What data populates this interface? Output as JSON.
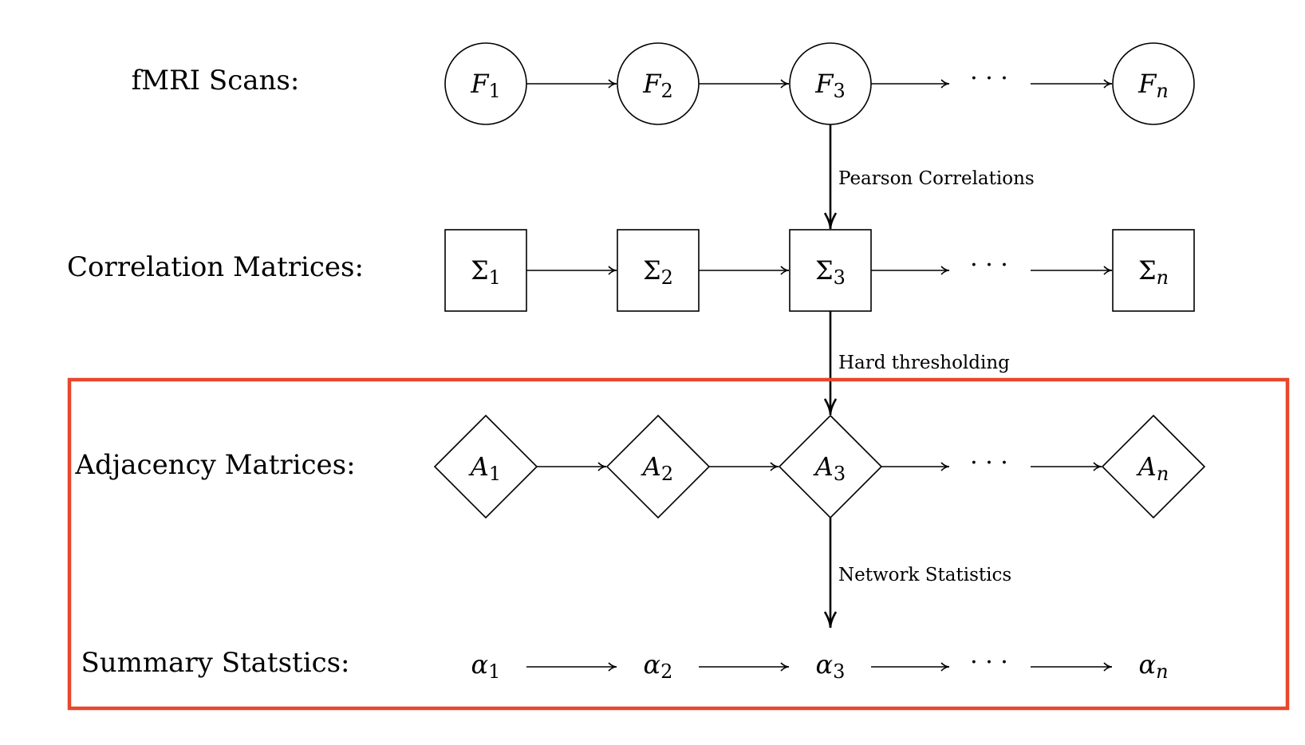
{
  "rows": [
    {
      "label": "fMRI Scans:",
      "nodes": [
        "F",
        "F",
        "F",
        "F"
      ],
      "subs": [
        "1",
        "2",
        "3",
        "n"
      ],
      "shape": "circle"
    },
    {
      "label": "Correlation Matrices:",
      "nodes": [
        "Σ",
        "Σ",
        "Σ",
        "Σ"
      ],
      "subs": [
        "1",
        "2",
        "3",
        "n"
      ],
      "shape": "square"
    },
    {
      "label": "Adjacency Matrices:",
      "nodes": [
        "A",
        "A",
        "A",
        "A"
      ],
      "subs": [
        "1",
        "2",
        "3",
        "n"
      ],
      "shape": "diamond"
    },
    {
      "label": "Summary Statstics:",
      "nodes": [
        "α",
        "α",
        "α",
        "α"
      ],
      "subs": [
        "1",
        "2",
        "3",
        "n"
      ],
      "shape": "none"
    }
  ],
  "ellipsis": "· · ·",
  "vertical_edges": [
    {
      "label": "Pearson Correlations"
    },
    {
      "label": "Hard thresholding"
    },
    {
      "label": "Network Statistics"
    }
  ],
  "highlight_color": "#e8472c"
}
